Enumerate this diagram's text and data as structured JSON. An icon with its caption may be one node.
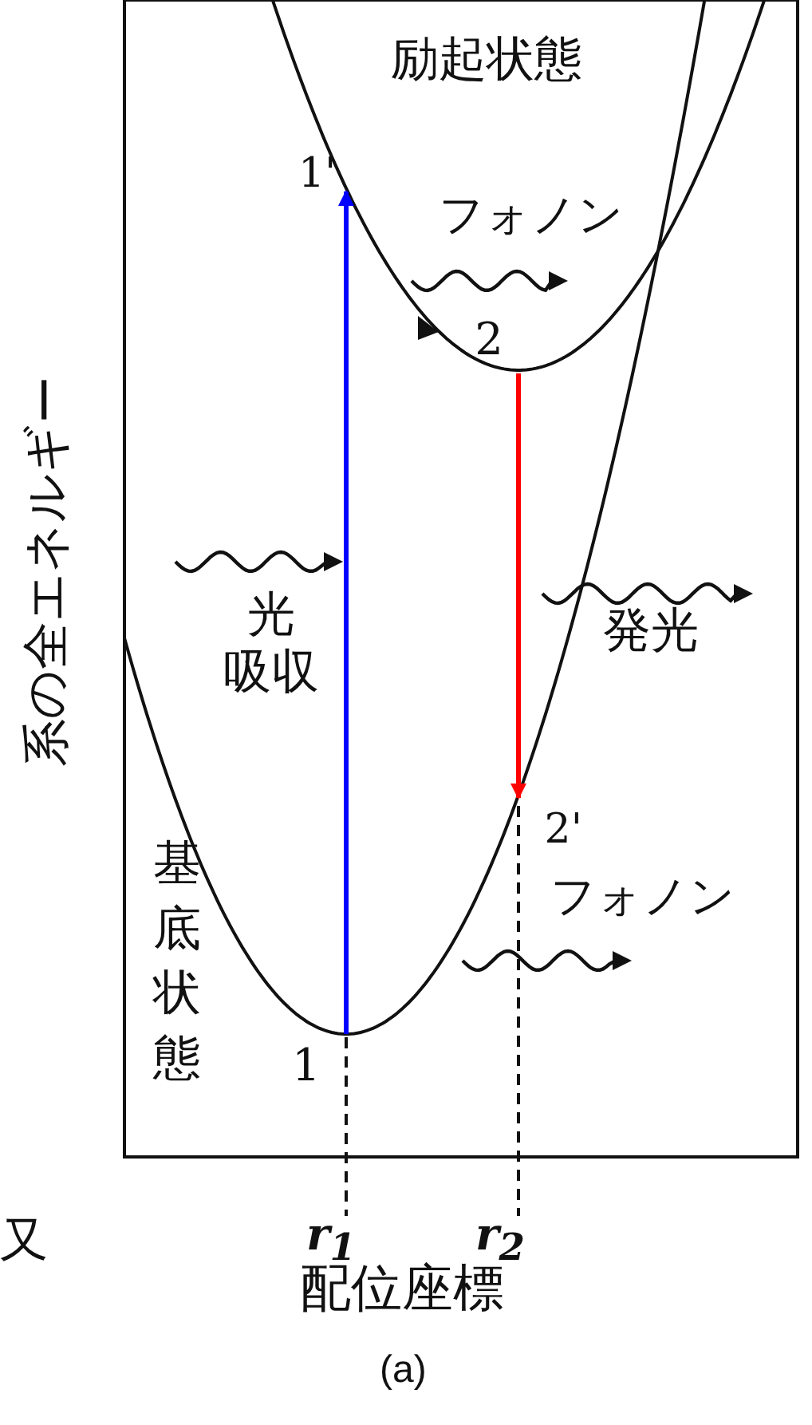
{
  "diagram": {
    "caption": "(a)",
    "nodes": [
      {
        "text": [
          "1"
        ]
      },
      {
        "text": [
          "1'"
        ]
      },
      {
        "text": [
          "2"
        ]
      },
      {
        "text": [
          "2'"
        ]
      }
    ],
    "edges": [
      {
        "from": 0,
        "to": 1,
        "arrow": "to",
        "color": "#0000ff"
      },
      {
        "from": 2,
        "to": 3,
        "arrow": "to",
        "color": "#ff0000"
      }
    ],
    "labels": [
      "励起状態",
      "フォノン",
      "光吸収",
      "発光",
      "フォノン",
      "基底状態",
      "系の全エネルギー",
      "r$_{1}$",
      "r$_{2}$",
      "配位座標",
      "又"
    ]
  }
}
